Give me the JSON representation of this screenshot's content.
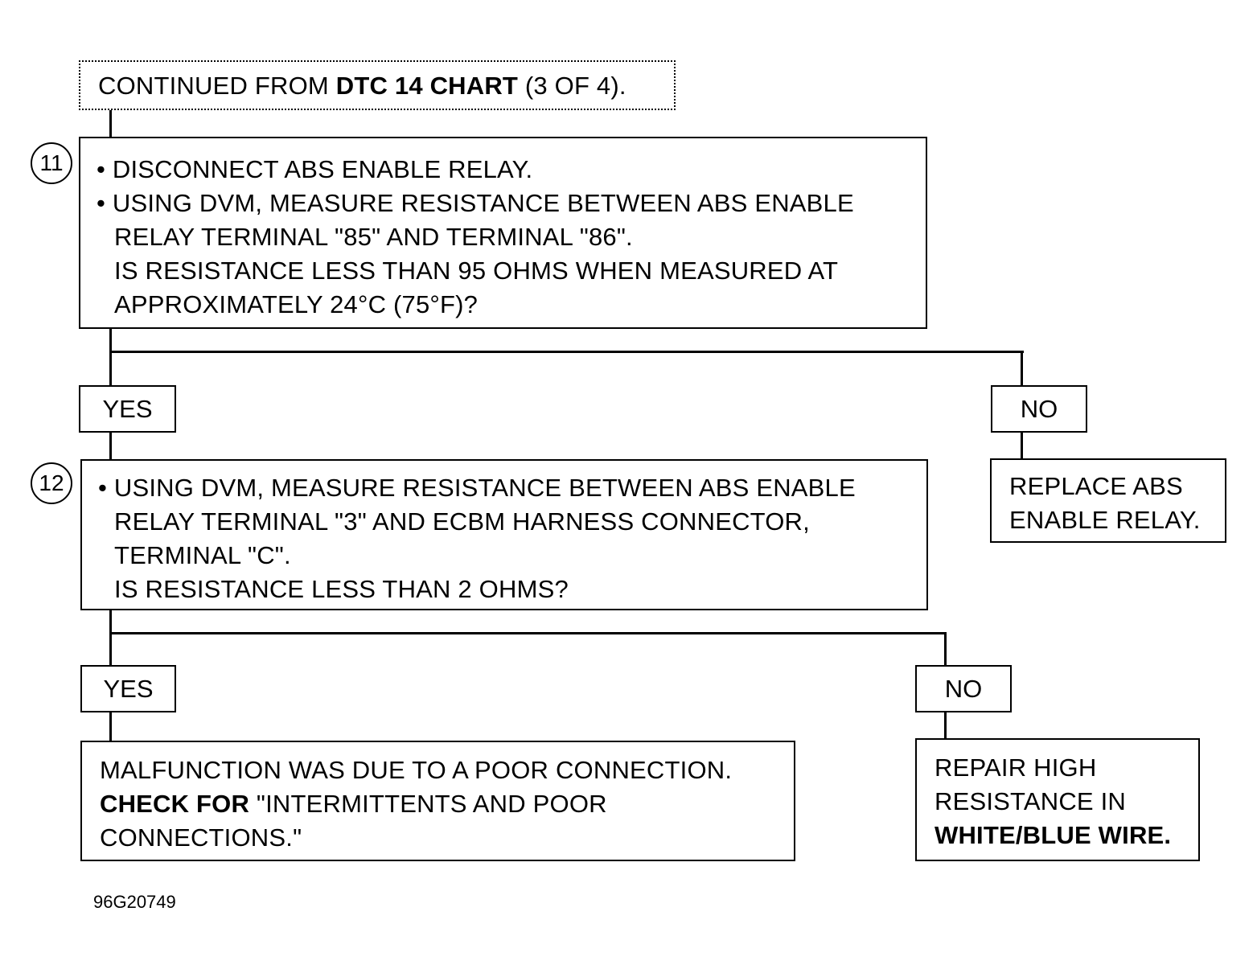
{
  "continued": {
    "prefix": "CONTINUED FROM ",
    "bold": "DTC 14 CHART",
    "suffix": " (3 OF 4)."
  },
  "step11": {
    "number": "11",
    "lines": [
      "• DISCONNECT ABS ENABLE RELAY.",
      "• USING DVM, MEASURE RESISTANCE BETWEEN ABS ENABLE",
      "RELAY TERMINAL \"85\" AND TERMINAL \"86\".",
      "IS RESISTANCE LESS THAN 95 OHMS WHEN MEASURED AT",
      "APPROXIMATELY 24°C (75°F)?"
    ]
  },
  "branch1": {
    "yes": "YES",
    "no": "NO"
  },
  "replace_relay": {
    "lines": [
      "REPLACE ABS",
      "ENABLE RELAY."
    ]
  },
  "step12": {
    "number": "12",
    "lines": [
      "• USING DVM, MEASURE RESISTANCE BETWEEN ABS ENABLE",
      "RELAY TERMINAL \"3\" AND ECBM HARNESS CONNECTOR,",
      "TERMINAL \"C\".",
      "IS RESISTANCE LESS THAN 2 OHMS?"
    ]
  },
  "branch2": {
    "yes": "YES",
    "no": "NO"
  },
  "malfunction": {
    "line1": "MALFUNCTION WAS DUE TO A POOR CONNECTION.",
    "line2_bold": "CHECK FOR",
    "line2_rest": " \"INTERMITTENTS AND POOR",
    "line3": "CONNECTIONS.\""
  },
  "repair": {
    "line1": "REPAIR HIGH",
    "line2": "RESISTANCE IN",
    "line3_bold": "WHITE/BLUE WIRE."
  },
  "figure_code": "96G20749"
}
